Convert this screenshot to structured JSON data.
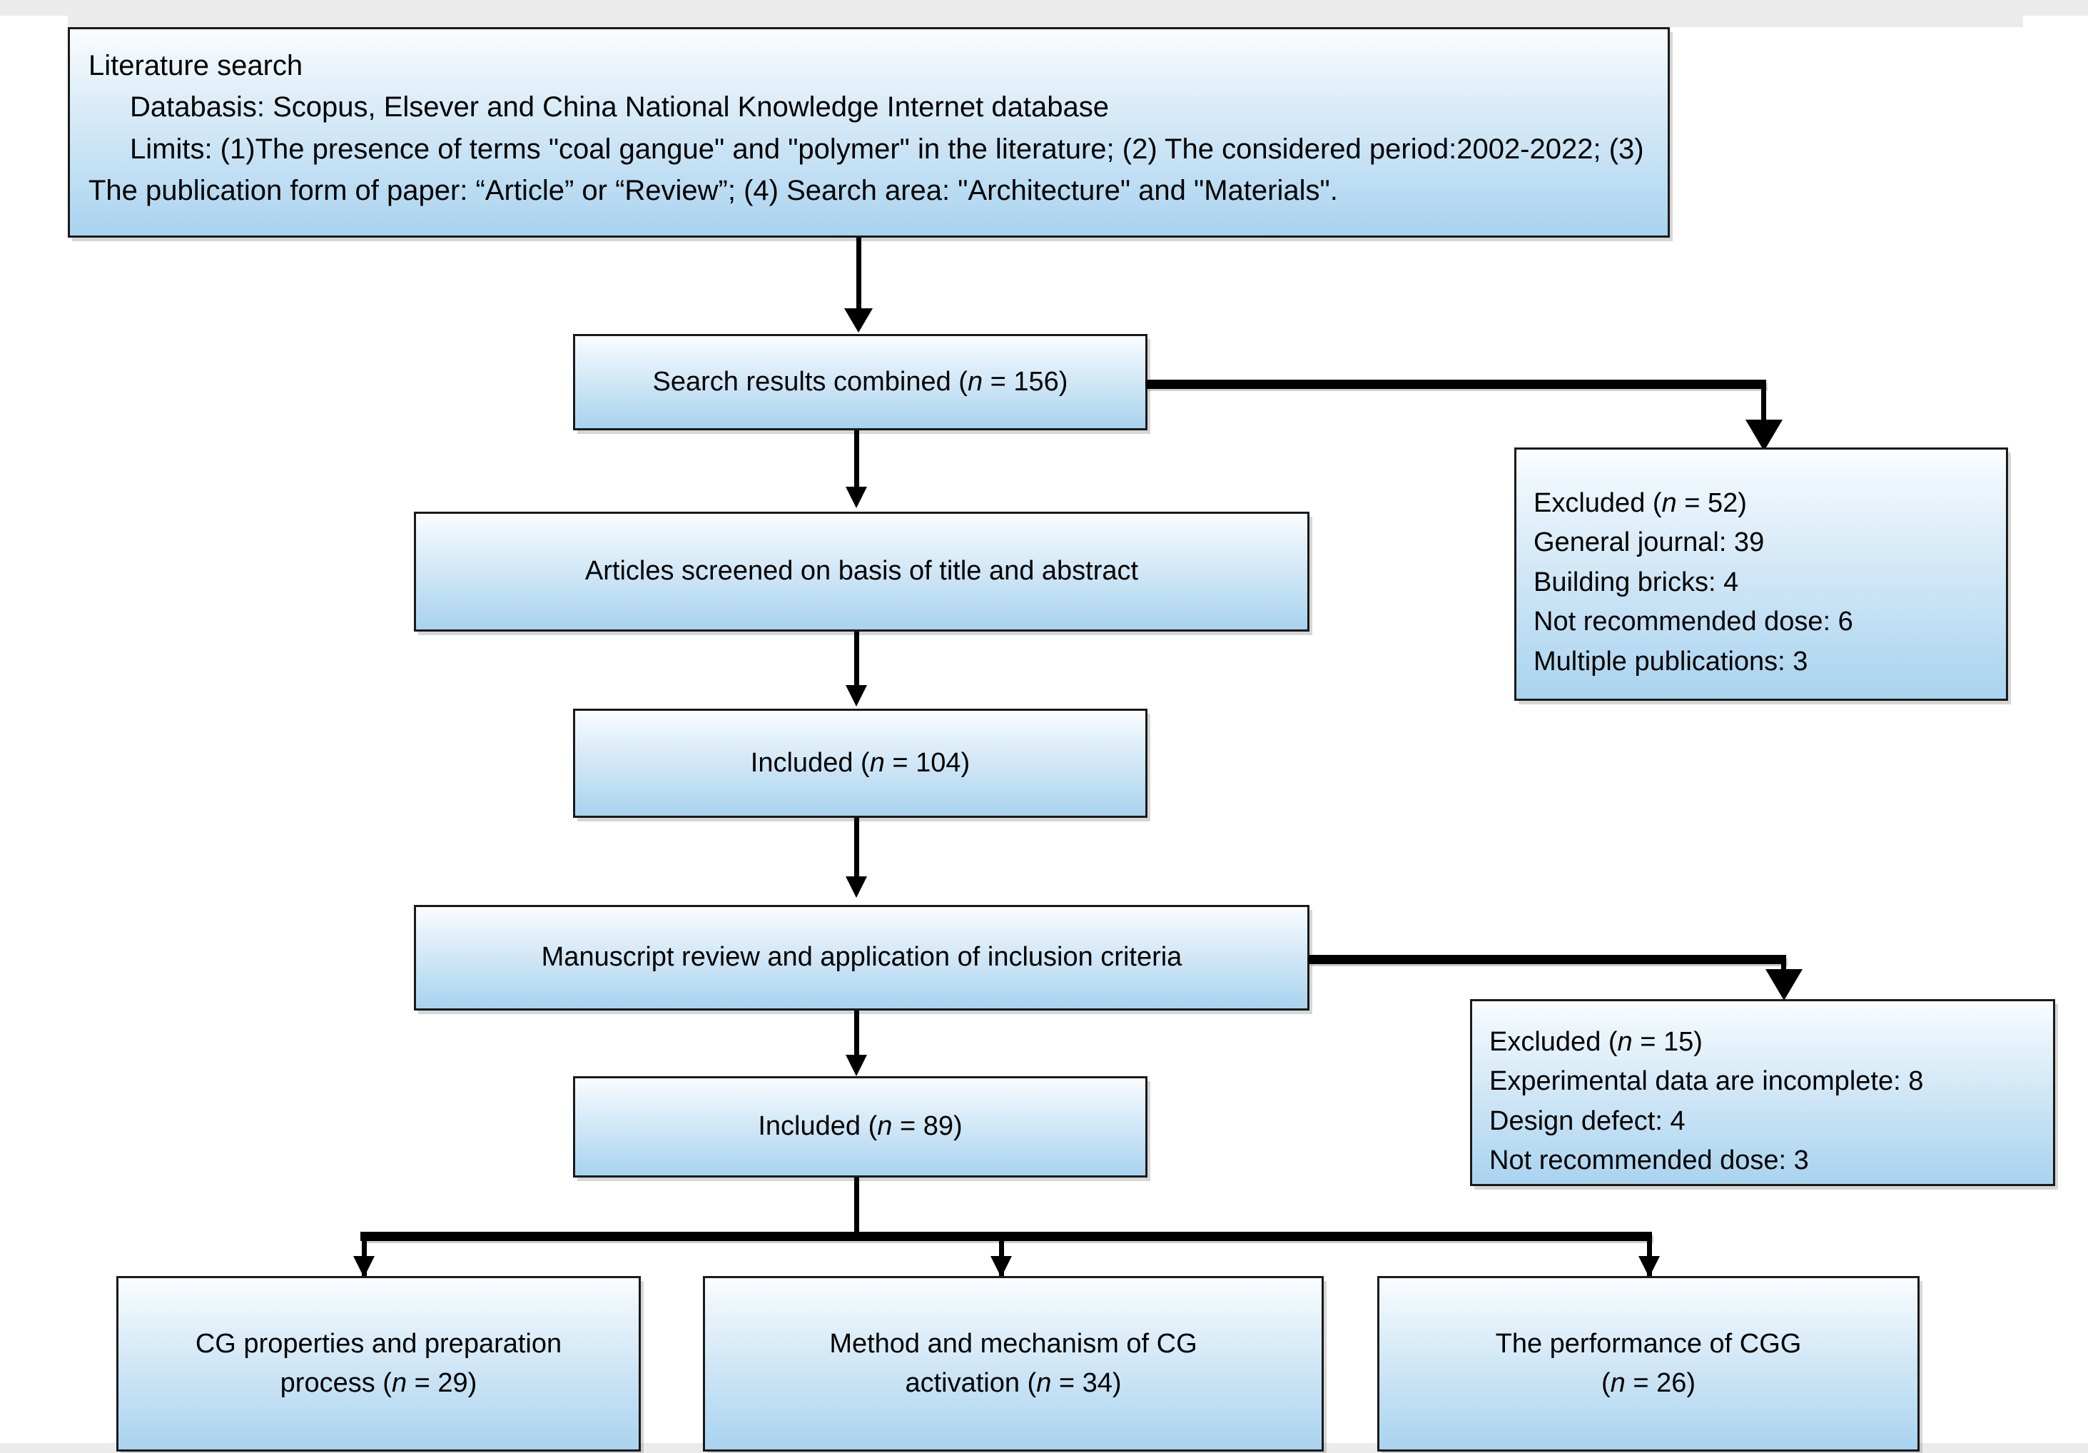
{
  "diagram": {
    "title": "Literature search flow diagram (PRISMA style)",
    "colors": {
      "box_fill_top": "#fbfdff",
      "box_fill_bottom": "#a9d3ef",
      "box_border": "#1a1a1a",
      "connector": "#000000",
      "page_band": "#ebebeb",
      "text": "#000000"
    },
    "nodes": {
      "literature_search": {
        "line1": "Literature search",
        "line2": "Databasis: Scopus, Elsever and China National Knowledge Internet database",
        "line3": "Limits: (1)The presence of terms \"coal gangue\" and \"polymer\" in the literature; (2) The considered period:2002-2022; (3) The publication form of paper: “Article” or “Review”; (4) Search area: \"Architecture\" and \"Materials\"."
      },
      "search_results": {
        "text_before": "Search results combined (",
        "italic_n": "n",
        "text_after": " = 156)"
      },
      "excluded_1": {
        "heading_before": "Excluded (",
        "heading_italic_n": "n",
        "heading_after": " = 52)",
        "reasons": [
          "General journal: 39",
          "Building bricks: 4",
          "Not recommended dose: 6",
          "Multiple publications: 3"
        ]
      },
      "articles_screened": {
        "text": "Articles screened on basis of title and abstract"
      },
      "included_104": {
        "text_before": "Included (",
        "italic_n": "n",
        "text_after": " = 104)"
      },
      "manuscript_review": {
        "text": "Manuscript review and application of inclusion criteria"
      },
      "excluded_2": {
        "heading_before": "Excluded (",
        "heading_italic_n": "n",
        "heading_after": " = 15)",
        "reasons": [
          "Experimental data are incomplete: 8",
          "Design defect: 4",
          "Not recommended dose: 3"
        ]
      },
      "included_89": {
        "text_before": "Included (",
        "italic_n": "n",
        "text_after": " = 89)"
      },
      "outcome_1": {
        "line1": "CG properties and preparation",
        "line2_before": "process (",
        "line2_italic_n": "n",
        "line2_after": " = 29)"
      },
      "outcome_2": {
        "line1": "Method and mechanism of CG",
        "line2_before": "activation (",
        "line2_italic_n": "n",
        "line2_after": " = 34)"
      },
      "outcome_3": {
        "line1": "The performance of CGG",
        "line2_before": "(",
        "line2_italic_n": "n",
        "line2_after": " = 26)"
      }
    },
    "counts": {
      "search_results_combined": 156,
      "excluded_after_search": 52,
      "excluded_general_journal": 39,
      "excluded_building_bricks": 4,
      "excluded_not_recommended_dose_1": 6,
      "excluded_multiple_publications": 3,
      "included_after_screening": 104,
      "excluded_after_review": 15,
      "excluded_experimental_data_incomplete": 8,
      "excluded_design_defect": 4,
      "excluded_not_recommended_dose_2": 3,
      "included_final": 89,
      "outcome_cg_properties": 29,
      "outcome_cg_activation": 34,
      "outcome_cgg_performance": 26
    }
  }
}
